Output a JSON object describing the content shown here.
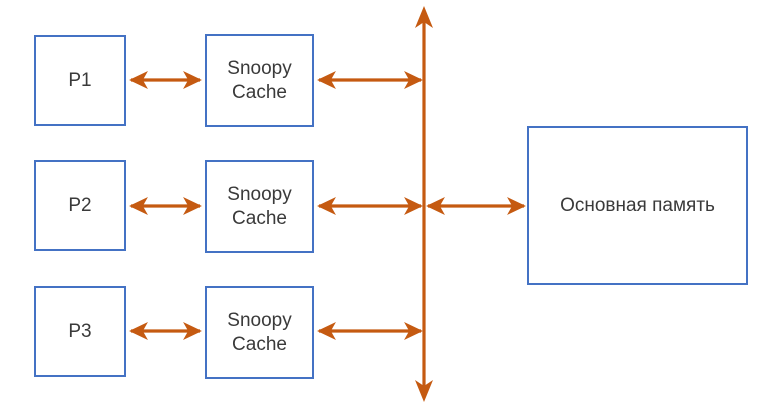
{
  "diagram": {
    "title": "Snoopy cache coherence bus diagram",
    "colors": {
      "box_border": "#4472C4",
      "box_fill": "#FFFFFF",
      "arrow": "#C55A11",
      "text": "#3A3A3A",
      "background": "#FFFFFF"
    },
    "processors": [
      {
        "label": "P1"
      },
      {
        "label": "P2"
      },
      {
        "label": "P3"
      }
    ],
    "caches": [
      {
        "label": "Snoopy\nCache"
      },
      {
        "label": "Snoopy\nCache"
      },
      {
        "label": "Snoopy\nCache"
      }
    ],
    "memory": {
      "label": "Основная память"
    },
    "bus": {
      "label": "bus-vertical-line"
    },
    "connectors": [
      {
        "name": "p1-to-cache1",
        "kind": "double-arrow"
      },
      {
        "name": "cache1-to-bus",
        "kind": "double-arrow"
      },
      {
        "name": "p2-to-cache2",
        "kind": "double-arrow"
      },
      {
        "name": "cache2-to-bus",
        "kind": "double-arrow"
      },
      {
        "name": "bus-to-memory",
        "kind": "double-arrow"
      },
      {
        "name": "p3-to-cache3",
        "kind": "double-arrow"
      },
      {
        "name": "cache3-to-bus",
        "kind": "double-arrow"
      }
    ]
  }
}
